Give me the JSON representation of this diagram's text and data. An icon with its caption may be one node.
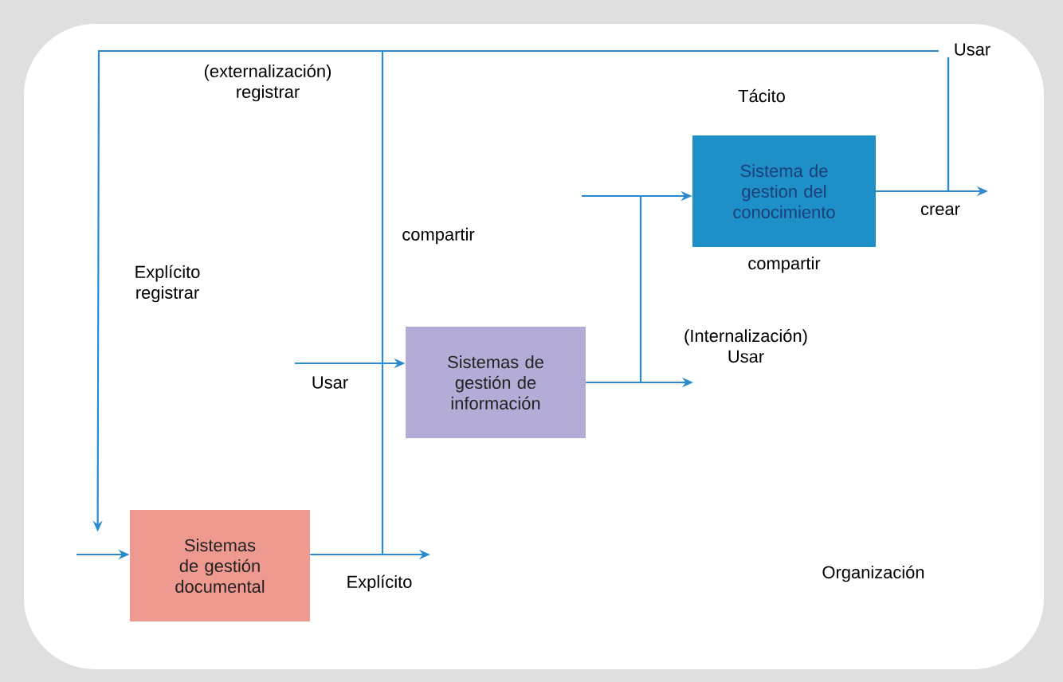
{
  "diagram": {
    "nodes": [
      {
        "text": [
          "Sistema de gestion del conocimiento"
        ],
        "beside": [
          "compartir"
        ]
      },
      {
        "text": [
          "Sistemas de gestión de información"
        ]
      },
      {
        "text": [
          "Sistemas de gestión documental"
        ]
      }
    ],
    "edges": [
      {
        "from": 0,
        "to": 2,
        "arrow": "to",
        "label": "Usar"
      },
      {
        "from": null,
        "to": 2,
        "arrow": "to"
      },
      {
        "from": 2,
        "to": null,
        "arrow": "to",
        "label": "Explícito"
      },
      {
        "from": null,
        "to": 1,
        "arrow": "to",
        "label": "Usar"
      },
      {
        "from": 1,
        "to": null,
        "arrow": "to",
        "label": "(Internalización) Usar"
      },
      {
        "from": 1,
        "to": 0,
        "arrow": "to"
      },
      {
        "from": 0,
        "to": null,
        "arrow": "to",
        "label": "crear"
      },
      {
        "from": 2,
        "to": 0,
        "arrow": "none"
      }
    ],
    "labels": [
      "(externalización) registrar",
      "Tácito",
      "compartir",
      "Explícito registrar",
      "Organización"
    ]
  }
}
